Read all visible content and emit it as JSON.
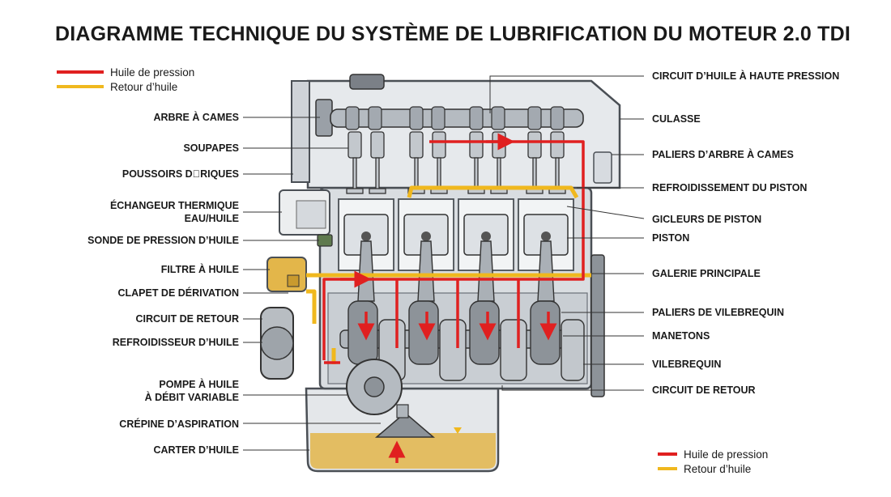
{
  "title": "DIAGRAMME TECHNIQUE DU SYSTÈME DE LUBRIFICATION DU MOTEUR 2.0 TDI",
  "legend": {
    "pressure": "Huile de pression",
    "return": "Retour d’huile",
    "pressure_color": "#e02020",
    "return_color": "#f0b81e"
  },
  "labels_left": {
    "camshaft": "ARBRE À CAMES",
    "valves": "SOUPAPES",
    "lifters": "POUSSOIRS D\u0000RIQUES",
    "heat_exchanger_1": "ÉCHANGEUR THERMIQUE",
    "heat_exchanger_2": "EAU/HUILE",
    "pressure_sensor": "SONDE DE PRESSION D’HUILE",
    "oil_filter": "FILTRE À HUILE",
    "bypass_valve": "CLAPET DE DÉRIVATION",
    "return_circuit": "CIRCUIT DE RETOUR",
    "oil_cooler": "REFROIDISSEUR D’HUILE",
    "pump_1": "POMPE À HUILE",
    "pump_2": "À DÉBIT VARIABLE",
    "strainer": "CRÉPINE D’ASPIRATION",
    "oil_pan": "CARTER D’HUILE"
  },
  "labels_right": {
    "high_pressure": "CIRCUIT D’HUILE À HAUTE PRESSION",
    "cylinder_head": "CULASSE",
    "cam_bearings": "PALIERS D’ARBRE À CAMES",
    "piston_cooling": "REFROIDISSEMENT DU PISTON",
    "piston_jets": "GICLEURS DE PISTON",
    "piston": "PISTON",
    "main_gallery": "GALERIE PRINCIPALE",
    "crank_bearings": "PALIERS DE VILEBREQUIN",
    "crankpins": "MANETONS",
    "crankshaft": "VILEBREQUIN",
    "return_circuit": "CIRCUIT DE RETOUR"
  }
}
